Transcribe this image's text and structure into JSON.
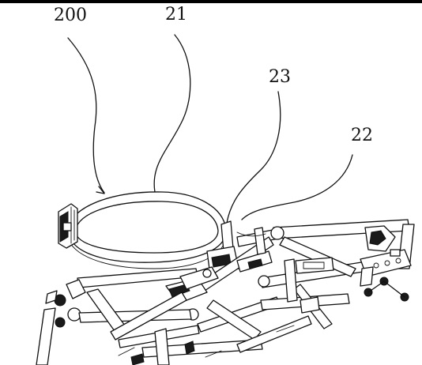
{
  "figure": {
    "labels": {
      "l200": "200",
      "l21": "21",
      "l23": "23",
      "l22": "22"
    },
    "colors": {
      "ink": "#111111",
      "paper": "#ffffff",
      "top_bar": "#000000"
    }
  }
}
